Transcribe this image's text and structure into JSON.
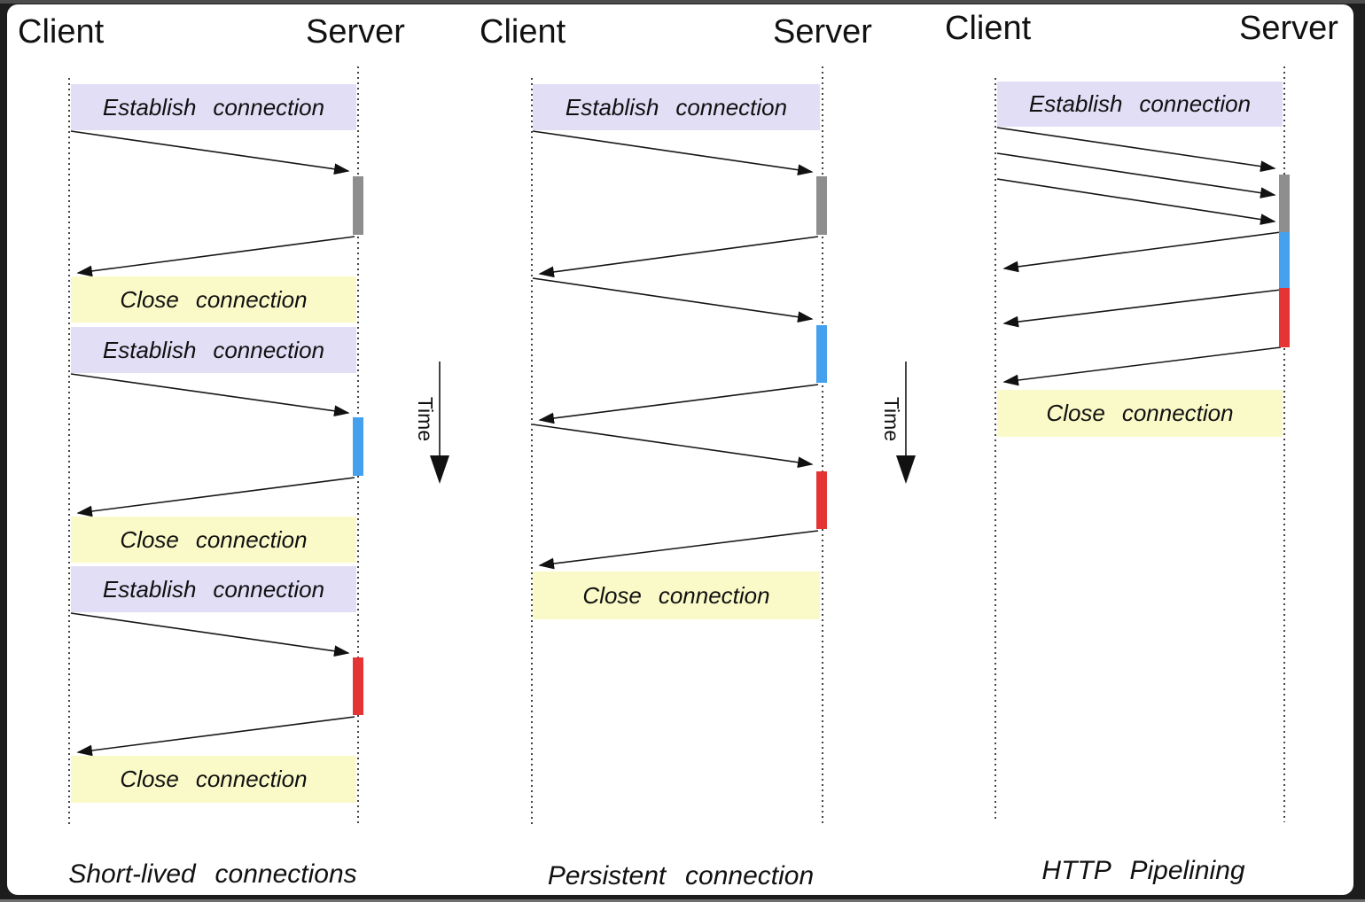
{
  "diagram_type": "http-connection-sequence-diagram",
  "labels": {
    "establish": "Establish connection",
    "close": "Close connection",
    "time": "Time"
  },
  "colors": {
    "establish_box": "#e2def6",
    "close_box": "#fafac9",
    "processing_gray": "#8e8e8e",
    "processing_blue": "#45a1ee",
    "processing_red": "#e53434",
    "line": "#161616",
    "panel_background": "#ffffff",
    "frame": "#1d1d1d"
  },
  "columns": [
    {
      "client_label": "Client",
      "server_label": "Server",
      "caption": "Short-lived connections",
      "flow": [
        "Establish connection",
        "request",
        "server processing (gray)",
        "response",
        "Close connection",
        "Establish connection",
        "request",
        "server processing (blue)",
        "response",
        "Close connection",
        "Establish connection",
        "request",
        "server processing (red)",
        "response",
        "Close connection"
      ]
    },
    {
      "client_label": "Client",
      "server_label": "Server",
      "caption": "Persistent connection",
      "flow": [
        "Establish connection",
        "request",
        "server processing (gray)",
        "response",
        "request",
        "server processing (blue)",
        "response",
        "request",
        "server processing (red)",
        "response",
        "Close connection"
      ]
    },
    {
      "client_label": "Client",
      "server_label": "Server",
      "caption": "HTTP Pipelining",
      "flow": [
        "Establish connection",
        "request 1",
        "request 2",
        "request 3",
        "server processing (gray, blue, red)",
        "response 1",
        "response 2",
        "response 3",
        "Close connection"
      ]
    }
  ]
}
